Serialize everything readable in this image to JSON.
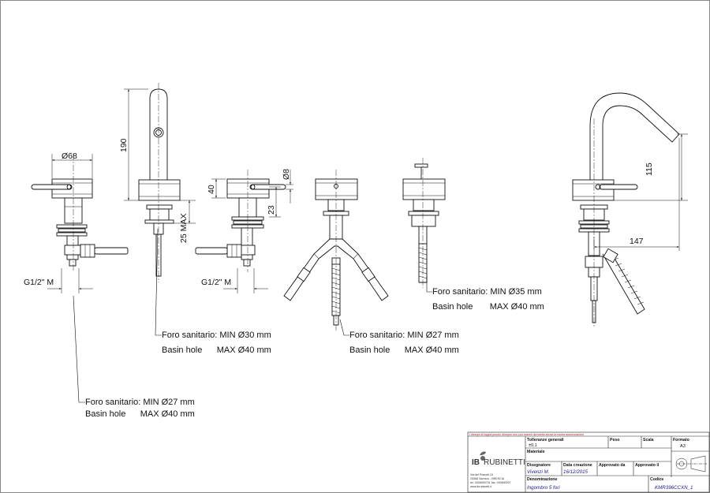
{
  "dimensions": {
    "dia68": "Ø68",
    "h190": "190",
    "h40": "40",
    "dia8": "Ø8",
    "h23": "23",
    "max25": "25 MAX",
    "thread_left": "G1/2\" M",
    "thread_mid": "G1/2\" M",
    "h115": "115",
    "w147": "147"
  },
  "notes": {
    "spout_it": "Foro sanitario: MIN Ø30 mm",
    "spout_en": "Basin hole      MAX Ø40 mm",
    "diverter_it": "Foro sanitario: MIN Ø27 mm",
    "diverter_en": "Basin hole      MAX Ø40 mm",
    "popup_it": "Foro sanitario: MIN Ø35 mm",
    "popup_en": "Basin hole       MAX Ø40 mm",
    "valve_it": "Foro sanitario: MIN Ø27 mm",
    "valve_en": "Basin hole      MAX Ø40 mm"
  },
  "title_block": {
    "disclaimer": "I disegni di foggia piccolo disegno non può essere riprodotto senza la nostra autorizzazione",
    "logo_ib": "IB",
    "logo_name": "RUBINETTI",
    "address1": "Via del Pianotti 15",
    "address2": "25068 Sarezzo - BRESCIA",
    "phone": "tel. 0308900701 fax. 030800097",
    "web": "www.ibrubinetti.it",
    "tol_label": "Tolleranze generali",
    "tol_value": "±0,1",
    "peso_label": "Peso",
    "scala_label": "Scala",
    "formato_label": "Formato",
    "formato_value": "A3",
    "materiale_label": "Materiale",
    "disegnatore_label": "Disegnatore",
    "disegnatore_value": "Vivenzi M.",
    "data_label": "Data creazione",
    "data_value": "16/12/2015",
    "approvato_da_label": "Approvato da",
    "approvato_il_label": "Approvato il",
    "denominazione_label": "Denominazione",
    "denominazione_value": "Ingombro 5 fori",
    "codice_label": "Codice",
    "codice_value": "KMR396CCXN_1"
  }
}
